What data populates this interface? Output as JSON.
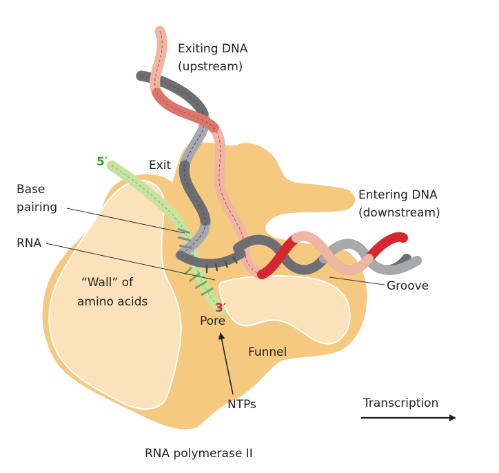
{
  "labels": {
    "exiting_dna_line1": "Exiting DNA",
    "exiting_dna_line2": "(upstream)",
    "exit": "Exit",
    "five_prime": "5′",
    "entering_dna_line1": "Entering DNA",
    "entering_dna_line2": "(downstream)",
    "base_pairing_line1": "Base",
    "base_pairing_line2": "pairing",
    "rna": "RNA",
    "wall_line1": "“Wall” of",
    "wall_line2": "amino acids",
    "three_prime": "3′",
    "pore": "Pore",
    "groove": "Groove",
    "funnel": "Funnel",
    "ntps": "NTPs",
    "transcription": "Transcription",
    "caption": "RNA polymerase II"
  },
  "colors": {
    "polymerase": "#f5c97f",
    "wall": "#fbe2bb",
    "dna_gray": "#a7a9ac",
    "dna_dark_gray": "#6d6e71",
    "dna_red": "#d62631",
    "dna_pink": "#efb6a3",
    "rna_green": "#c6e2a0",
    "five_prime": "#3a9a3a",
    "three_prime": "#d6232d",
    "text": "#222222"
  }
}
